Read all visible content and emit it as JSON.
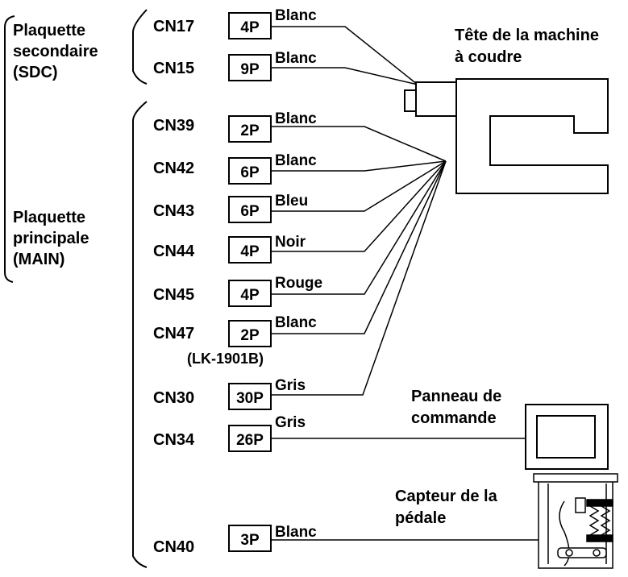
{
  "groups": {
    "secondary": {
      "lines": [
        "Plaquette",
        "secondaire",
        "(SDC)"
      ]
    },
    "main": {
      "lines": [
        "Plaquette",
        "principale",
        "(MAIN)"
      ]
    }
  },
  "connectors": [
    {
      "id": "CN17",
      "pins": "4P",
      "color": "Blanc"
    },
    {
      "id": "CN15",
      "pins": "9P",
      "color": "Blanc"
    },
    {
      "id": "CN39",
      "pins": "2P",
      "color": "Blanc"
    },
    {
      "id": "CN42",
      "pins": "6P",
      "color": "Blanc"
    },
    {
      "id": "CN43",
      "pins": "6P",
      "color": "Bleu"
    },
    {
      "id": "CN44",
      "pins": "4P",
      "color": "Noir"
    },
    {
      "id": "CN45",
      "pins": "4P",
      "color": "Rouge"
    },
    {
      "id": "CN47",
      "pins": "2P",
      "color": "Blanc",
      "note": "(LK-1901B)"
    },
    {
      "id": "CN30",
      "pins": "30P",
      "color": "Gris"
    },
    {
      "id": "CN34",
      "pins": "26P",
      "color": "Gris"
    },
    {
      "id": "CN40",
      "pins": "3P",
      "color": "Blanc"
    }
  ],
  "devices": {
    "head": {
      "lines": [
        "Tête de la machine",
        "à coudre"
      ]
    },
    "panel": {
      "lines": [
        "Panneau de",
        "commande"
      ]
    },
    "pedal": {
      "lines": [
        "Capteur de la",
        "pédale"
      ]
    }
  }
}
